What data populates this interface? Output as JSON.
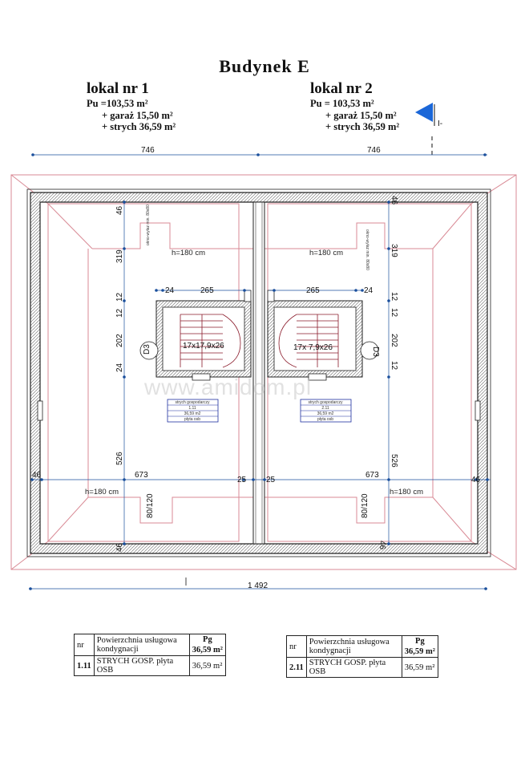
{
  "title": "Budynek  E",
  "lokal1": {
    "heading": "lokal  nr 1",
    "lines": [
      "Pu =103,53  m²",
      "+ garaż  15,50 m²",
      "+ strych 36,59 m²"
    ]
  },
  "lokal2": {
    "heading": "lokal  nr 2",
    "lines": [
      "Pu = 103,53 m²",
      "+ garaż  15,50 m²",
      "+ strych 36,59 m²"
    ]
  },
  "section_mark": "I-",
  "section_mark_bottom": "I",
  "dims": {
    "top_left": "746",
    "top_right": "746",
    "total": "1 492",
    "d46": "46",
    "d319": "319",
    "d12": "12",
    "d202": "202",
    "d24": "24",
    "d526": "526",
    "d265": "265",
    "d673": "673",
    "d25": "25",
    "d80_120": "80/120"
  },
  "heights": {
    "h180": "h=180 cm"
  },
  "stairs": {
    "left": "17x17,9x26",
    "right": "17x 7,9x26"
  },
  "doors": {
    "left": "D3",
    "right": "D3"
  },
  "window_label": "okno-wyłaz min. 80x80",
  "room_left": {
    "name": "strych gospodarczy",
    "nr": "1.11",
    "area": "36,59 m2",
    "finish": "płyta osb"
  },
  "room_right": {
    "name": "strych gospodarczy",
    "nr": "2.11",
    "area": "36,59 m2",
    "finish": "płyta osb"
  },
  "watermark": "www.amidom.pl",
  "table_left": {
    "h_nr": "nr",
    "h_desc": "Powierzchnia usługowa kondygnacji",
    "h_pg": "Pg",
    "total": "36,59 m²",
    "row_nr": "1.11",
    "row_desc": "STRYCH GOSP. płyta OSB",
    "row_area": "36,59 m²"
  },
  "table_right": {
    "h_nr": "nr",
    "h_desc": "Powierzchnia usługowa kondygnacji",
    "h_pg": "Pg",
    "total": "36,59 m²",
    "row_nr": "2.11",
    "row_desc": "STRYCH GOSP. płyta OSB",
    "row_area": "36,59 m²"
  },
  "colors": {
    "roof": "#d9a0a8",
    "dim": "#1a4f9c",
    "wall": "#333333",
    "room_label": "#1f2fa0"
  }
}
